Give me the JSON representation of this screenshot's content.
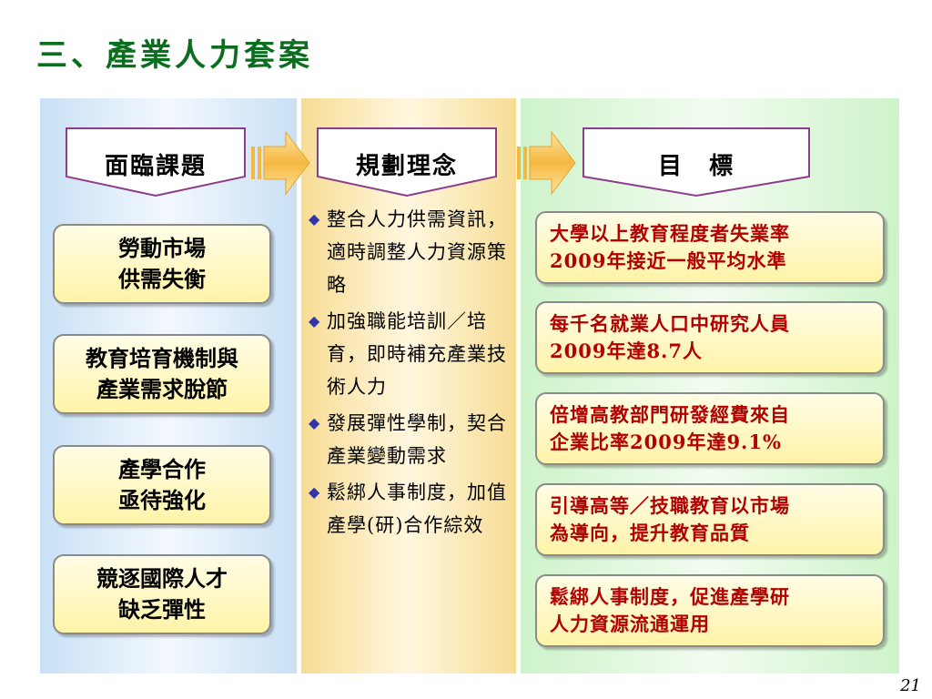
{
  "title": "三、產業人力套案",
  "headers": {
    "left": "面臨課題",
    "mid": "規劃理念",
    "right": "目　標"
  },
  "left_items": [
    {
      "line1": "勞動市場",
      "line2": "供需失衡"
    },
    {
      "line1": "教育培育機制與",
      "line2": "產業需求脫節"
    },
    {
      "line1": "產學合作",
      "line2": "亟待強化"
    },
    {
      "line1": "競逐國際人才",
      "line2": "缺乏彈性"
    }
  ],
  "mid_items": [
    {
      "bullet": "◆",
      "text": "整合人力供需資訊，適時調整人力資源策略"
    },
    {
      "bullet": "◆",
      "text": "加強職能培訓／培育，即時補充產業技術人力"
    },
    {
      "bullet": "◆",
      "text": "發展彈性學制，契合產業變動需求"
    },
    {
      "bullet": "◆",
      "text": "鬆綁人事制度，加值產學(研)合作綜效"
    }
  ],
  "right_items": [
    {
      "line1": "大學以上教育程度者失業率",
      "line2": "2009年接近一般平均水準"
    },
    {
      "line1": "每千名就業人口中研究人員",
      "line2": "2009年達8.7人"
    },
    {
      "line1": "倍增高教部門研發經費來自",
      "line2": "企業比率2009年達9.1%"
    },
    {
      "line1": "引導高等／技職教育以市場",
      "line2": "為導向，提升教育品質"
    },
    {
      "line1": "鬆綁人事制度，促進產學研",
      "line2": "人力資源流通運用"
    }
  ],
  "page_number": "21",
  "colors": {
    "title": "#0a6e1e",
    "arrow": "#f5b841",
    "pentagon_border": "#8b3f8b",
    "goal_text": "#b30000"
  }
}
